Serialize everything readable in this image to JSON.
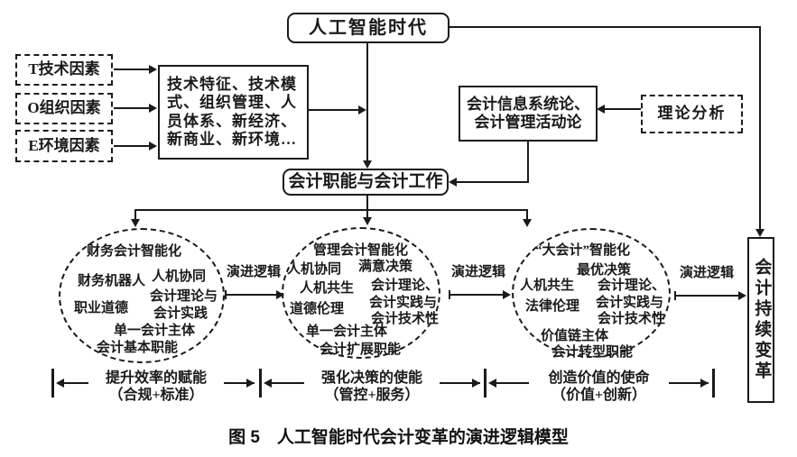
{
  "colors": {
    "ink": "#1a1a1a",
    "background": "#ffffff"
  },
  "top_box": {
    "label": "人工智能时代"
  },
  "factors": [
    {
      "label": "T技术因素"
    },
    {
      "label": "O组织因素"
    },
    {
      "label": "E环境因素"
    }
  ],
  "tech_box": {
    "label": "技术特征、技术模式、组织管理、人员体系、新经济、新商业、新环境…"
  },
  "info_box": {
    "label": "会计信息系统论、会计管理活动论"
  },
  "theory_box": {
    "label": "理论分析"
  },
  "func_box": {
    "label": "会计职能与会计工作"
  },
  "change_box": {
    "label": "会计持续变革"
  },
  "evolution_label": "演进逻辑",
  "circles": [
    {
      "items": [
        "财务会计智能化",
        "财务机器人",
        "人机协同",
        "会计理论与",
        "职业道德",
        "会计实践",
        "单一会计主体",
        "会计基本职能"
      ]
    },
    {
      "items": [
        "管理会计智能化",
        "人机协同",
        "满意决策",
        "人机共生",
        "会计理论、",
        "道德伦理",
        "会计实践与",
        "会计技术性",
        "单一会计主体",
        "会计扩展职能"
      ]
    },
    {
      "items": [
        "“大会计”智能化",
        "最优决策",
        "人机共生",
        "会计理论、",
        "法律伦理",
        "会计实践与",
        "会计技术性",
        "价值链主体",
        "会计转型职能"
      ]
    }
  ],
  "bottom_segments": [
    {
      "line1": "提升效率的赋能",
      "line2": "（合规+标准）"
    },
    {
      "line1": "强化决策的使能",
      "line2": "（管控+服务）"
    },
    {
      "line1": "创造价值的使命",
      "line2": "（价值+创新）"
    }
  ],
  "caption": "图 5　人工智能时代会计变革的演进逻辑模型"
}
